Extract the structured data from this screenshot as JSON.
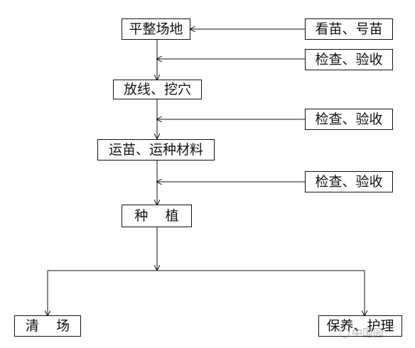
{
  "flow": {
    "step1": "平整场地",
    "step2": "放线、挖穴",
    "step3": "运苗、运种材料",
    "step4": "种    植",
    "end_left": "清    场",
    "end_right": "保养、护理"
  },
  "side": {
    "input1": "看苗、号苗",
    "check1": "检查、验收",
    "check2": "检查、验收",
    "check3": "检查、验收"
  },
  "watermark": {
    "text": "中国园"
  }
}
